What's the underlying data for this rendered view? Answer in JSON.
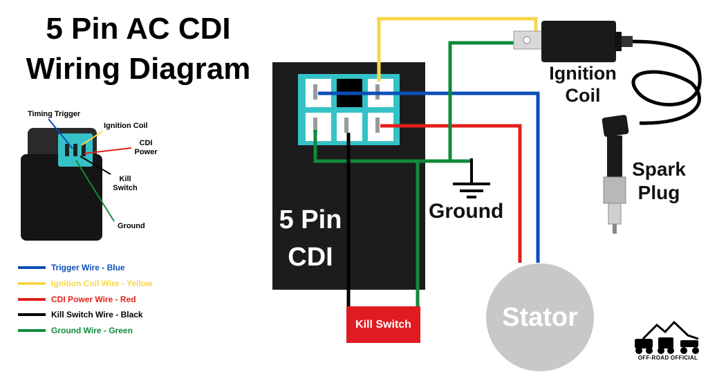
{
  "title": {
    "line1": "5 Pin AC CDI",
    "line2": "Wiring Diagram"
  },
  "illustration_labels": {
    "timing_trigger": "Timing Trigger",
    "ignition_coil": "Ignition Coil",
    "cdi_power": "CDI Power",
    "kill_switch": "Kill Switch",
    "ground": "Ground"
  },
  "legend": [
    {
      "label": "Trigger Wire - Blue",
      "color": "#0b4fb8"
    },
    {
      "label": "Ignition Coil Wire - Yellow",
      "color": "#f7d74a"
    },
    {
      "label": "CDI Power Wire - Red",
      "color": "#e3201b"
    },
    {
      "label": "Kill Switch Wire - Black",
      "color": "#000000"
    },
    {
      "label": "Ground Wire - Green",
      "color": "#0f8a3c"
    }
  ],
  "diagram": {
    "cdi_label_line1": "5 Pin",
    "cdi_label_line2": "CDI",
    "ignition_coil_line1": "Ignition",
    "ignition_coil_line2": "Coil",
    "spark_plug_line1": "Spark",
    "spark_plug_line2": "Plug",
    "ground": "Ground",
    "kill_switch": "Kill Switch",
    "stator": "Stator"
  },
  "colors": {
    "connector": "#35c2c7",
    "cdi_body": "#1c1c1c",
    "kill_switch_bg": "#e11b22",
    "stator_bg": "#c8c8c8"
  },
  "brand": "OFF-ROAD OFFICIAL"
}
